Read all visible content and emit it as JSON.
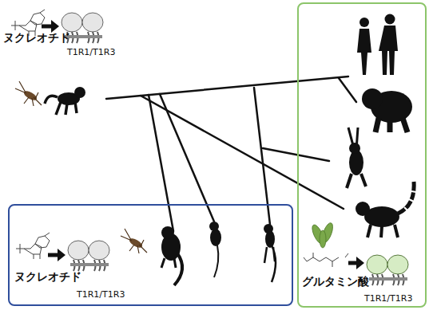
{
  "diagram": {
    "nodes": [
      {
        "text": [
          "ヌクレオチド",
          "T1R1/T1R3"
        ]
      },
      {
        "text": [
          "グルタミン酸",
          "T1R1/T1R3"
        ]
      }
    ],
    "labels": [
      "ヌクレオチド",
      "T1R1/T1R3"
    ]
  }
}
